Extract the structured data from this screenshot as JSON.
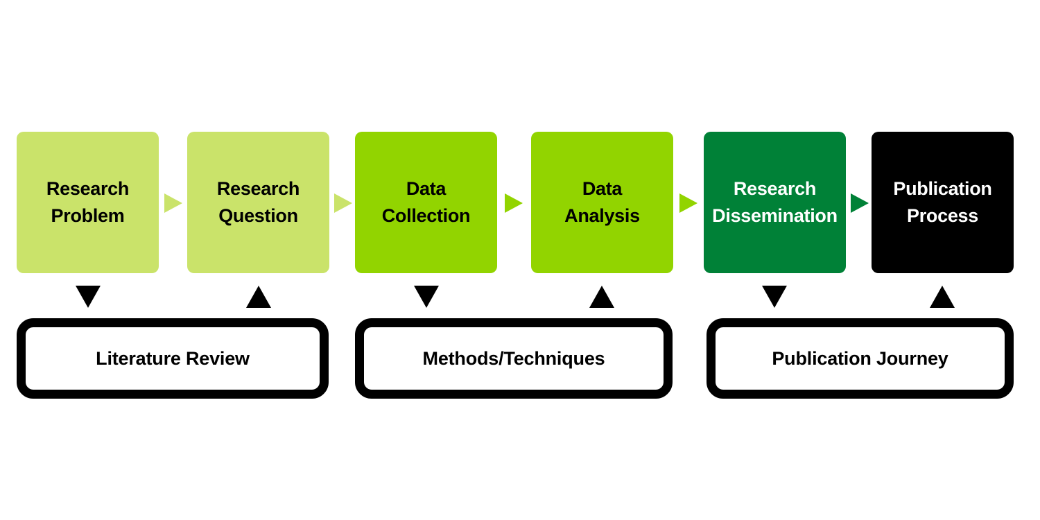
{
  "steps": [
    {
      "line1": "Research",
      "line2": "Problem",
      "bg": "#cae36a",
      "fg": "#000000"
    },
    {
      "line1": "Research",
      "line2": "Question",
      "bg": "#cae36a",
      "fg": "#000000"
    },
    {
      "line1": "Data",
      "line2": "Collection",
      "bg": "#92d400",
      "fg": "#000000"
    },
    {
      "line1": "Data",
      "line2": "Analysis",
      "bg": "#92d400",
      "fg": "#000000"
    },
    {
      "line1": "Research",
      "line2": "Dissemination",
      "bg": "#008137",
      "fg": "#ffffff"
    },
    {
      "line1": "Publication",
      "line2": "Process",
      "bg": "#000000",
      "fg": "#ffffff"
    }
  ],
  "arrow_colors": [
    "#cae36a",
    "#cae36a",
    "#92d400",
    "#92d400",
    "#008137"
  ],
  "groups": [
    {
      "label": "Literature Review"
    },
    {
      "label": "Methods/Techniques"
    },
    {
      "label": "Publication Journey"
    }
  ]
}
